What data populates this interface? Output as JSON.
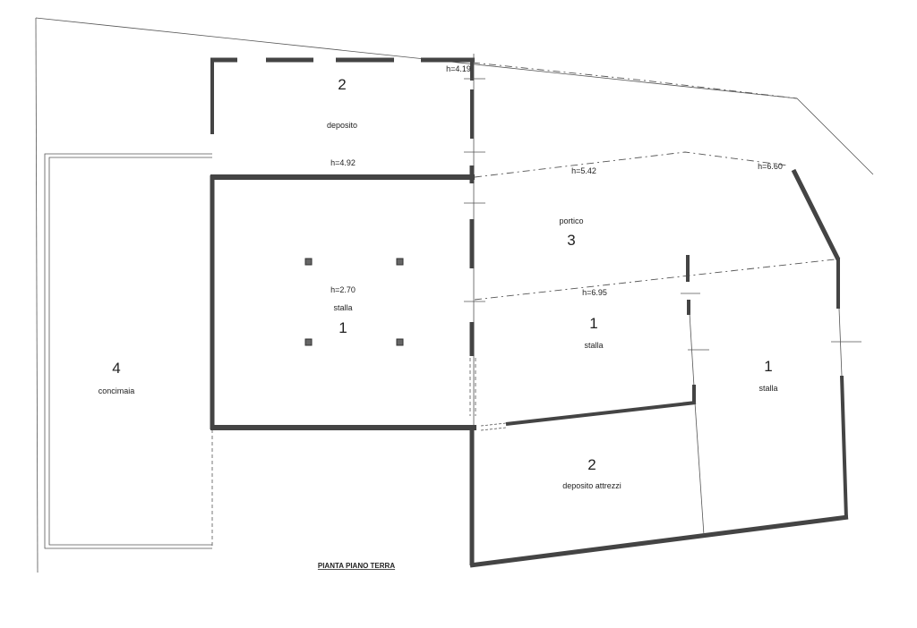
{
  "title": "PIANTA PIANO TERRA",
  "rooms": {
    "deposito_top": {
      "number": "2",
      "name": "deposito"
    },
    "stalla_left": {
      "number": "1",
      "name": "stalla",
      "height": "h=2.70"
    },
    "concimaia": {
      "number": "4",
      "name": "concimaia"
    },
    "portico": {
      "number": "3",
      "name": "portico"
    },
    "stalla_mid": {
      "number": "1",
      "name": "stalla"
    },
    "stalla_right": {
      "number": "1",
      "name": "stalla"
    },
    "deposito_attrezzi": {
      "number": "2",
      "name": "deposito attrezzi"
    }
  },
  "heights": {
    "h1": "h=4.19",
    "h2": "h=4.92",
    "h3": "h=5.42",
    "h4": "h=6.60",
    "h5": "h=6.95"
  },
  "colors": {
    "wall": "#444444",
    "line": "#555555"
  }
}
